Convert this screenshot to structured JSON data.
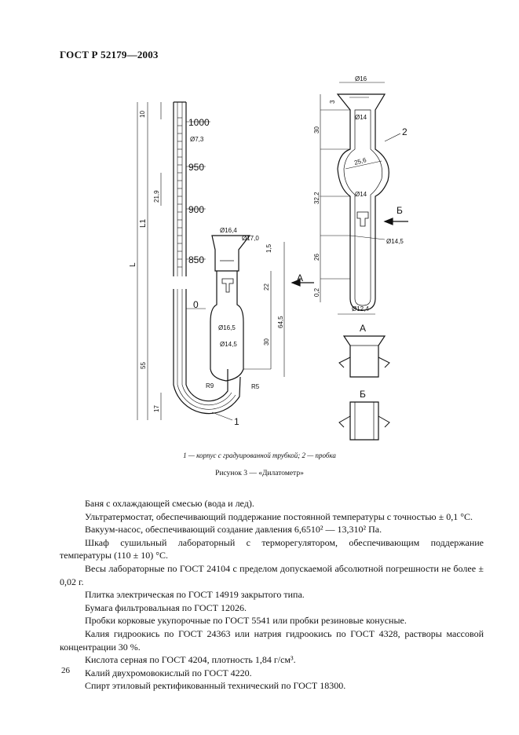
{
  "header": {
    "doc_id": "ГОСТ Р 52179—2003"
  },
  "figure": {
    "caption_legend": "1 — корпус с градуированной трубкой; 2 — пробка",
    "caption_title": "Рисунок 3 — «Дилатометр»",
    "labels": {
      "dim_10": "10",
      "scale_1000": "1000",
      "dim_d73": "Ø7,3",
      "scale_950": "950",
      "dim_219": "21,9",
      "scale_900": "900",
      "dim_L1": "L1",
      "dim_L": "L",
      "scale_850": "850",
      "scale_0": "0",
      "dim_55": "55",
      "dim_17": "17",
      "dim_d164": "Ø16,4",
      "dim_d170": "Ø17,0",
      "dim_15": "1,5",
      "dim_22": "22",
      "label_A": "A",
      "dim_645": "64,5",
      "dim_d165": "Ø16,5",
      "dim_d145a": "Ø14,5",
      "dim_30a": "30",
      "dim_R9": "R9",
      "dim_R5": "R5",
      "callout_1": "1",
      "dim_d16": "Ø16",
      "dim_3": "3",
      "dim_30b": "30",
      "dim_d14a": "Ø14",
      "callout_2": "2",
      "dim_256": "25,6",
      "dim_322": "32,2",
      "dim_d14b": "Ø14",
      "label_B": "Б",
      "dim_26": "26",
      "dim_d145b": "Ø14,5",
      "dim_02": "0,2",
      "dim_d124": "Ø12,4",
      "view_A": "А",
      "view_B": "Б"
    }
  },
  "paragraphs": [
    "Баня с охлаждающей смесью (вода и лед).",
    "Ультратермостат, обеспечивающий поддержание постоянной температуры с точностью ± 0,1 °С.",
    "Вакуум-насос, обеспечивающий создание давления 6,6510² — 13,310² Па.",
    "Шкаф сушильный лабораторный с терморегулятором, обеспечивающим поддержание температуры (110 ± 10) °С.",
    "Весы лабораторные по ГОСТ 24104 с пределом допускаемой абсолютной погрешности не более ± 0,02 г.",
    "Плитка электрическая по ГОСТ 14919 закрытого типа.",
    "Бумага фильтровальная по ГОСТ 12026.",
    "Пробки корковые укупорочные по ГОСТ 5541 или пробки резиновые конусные.",
    "Калия гидроокись по ГОСТ 24363 или натрия гидроокись по ГОСТ 4328, растворы массовой концентрации 30 %.",
    "Кислота серная по ГОСТ 4204, плотность 1,84 г/см³.",
    "Калий двухромовокислый по ГОСТ 4220.",
    "Спирт этиловый ректификованный технический по ГОСТ 18300."
  ],
  "page_number": "26"
}
